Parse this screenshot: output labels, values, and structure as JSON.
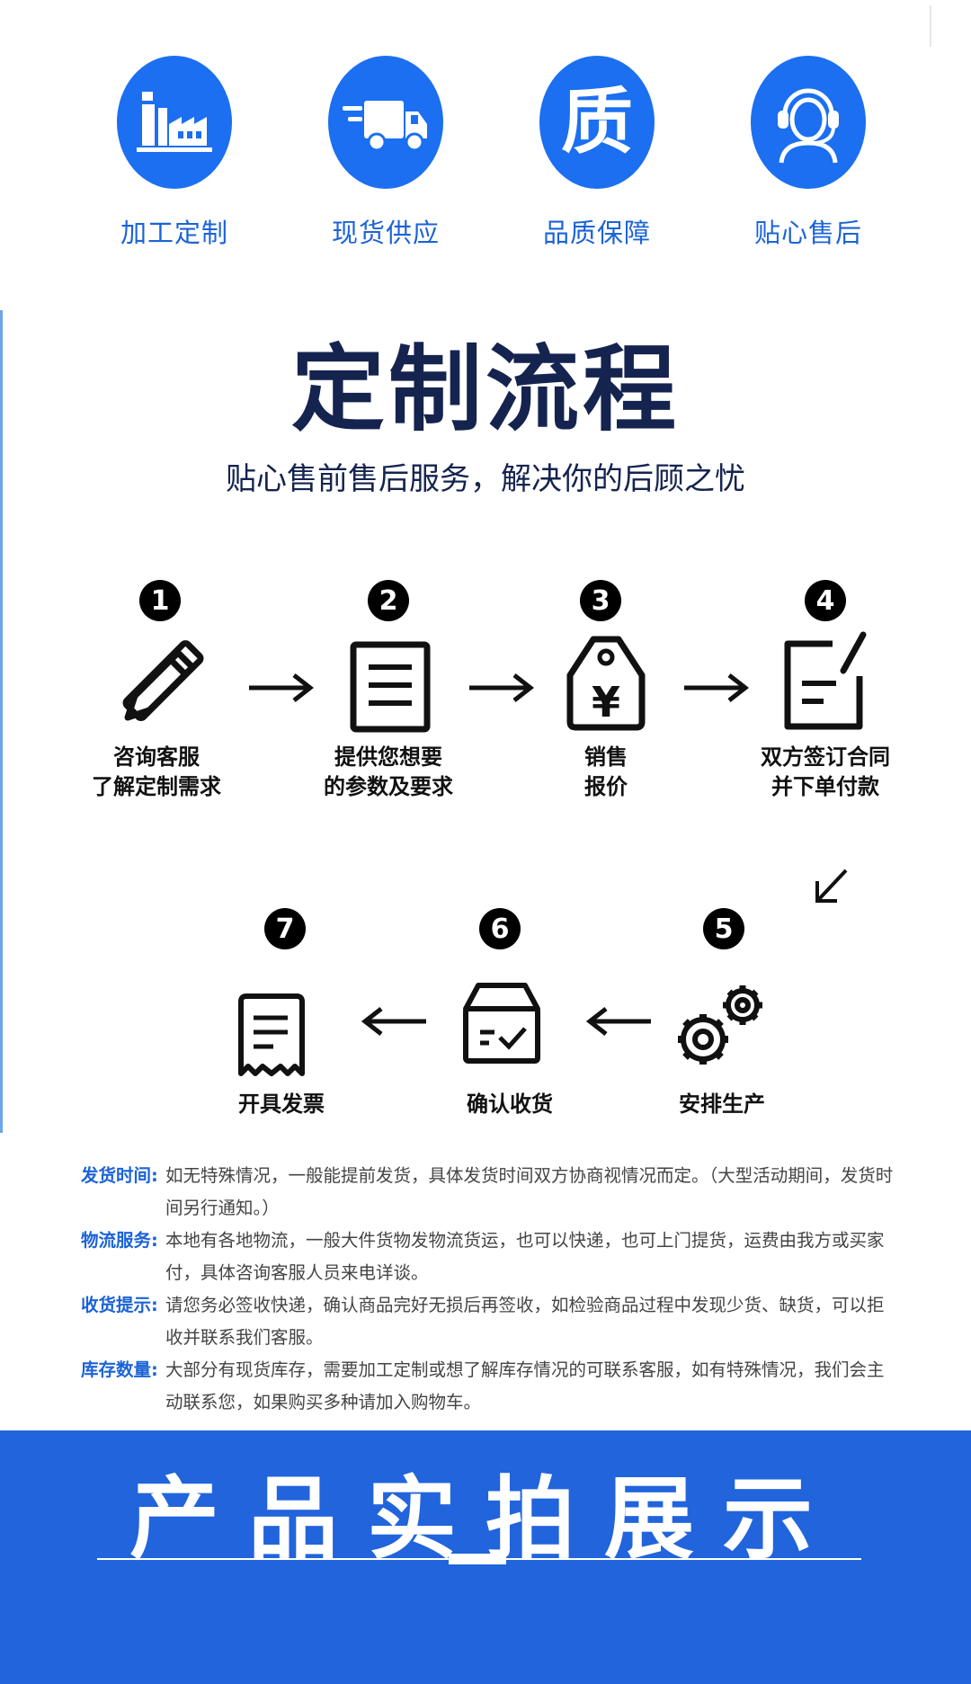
{
  "features": [
    {
      "label": "加工定制",
      "icon": "factory-icon"
    },
    {
      "label": "现货供应",
      "icon": "truck-icon"
    },
    {
      "label": "品质保障",
      "icon": "quality-icon",
      "glyph": "质"
    },
    {
      "label": "贴心售后",
      "icon": "headset-icon"
    }
  ],
  "process": {
    "title": "定制流程",
    "subtitle": "贴心售前售后服务，解决你的后顾之忧",
    "steps": [
      {
        "num": "1",
        "line1": "咨询客服",
        "line2": "了解定制需求",
        "icon": "consult-tools-icon"
      },
      {
        "num": "2",
        "line1": "提供您想要",
        "line2": "的参数及要求",
        "icon": "document-icon"
      },
      {
        "num": "3",
        "line1": "销售",
        "line2": "报价",
        "icon": "price-tag-yen-icon",
        "glyph": "¥"
      },
      {
        "num": "4",
        "line1": "双方签订合同",
        "line2": "并下单付款",
        "icon": "contract-sign-icon"
      },
      {
        "num": "5",
        "line1": "安排生产",
        "icon": "gears-icon"
      },
      {
        "num": "6",
        "line1": "确认收货",
        "icon": "box-check-icon"
      },
      {
        "num": "7",
        "line1": "开具发票",
        "icon": "receipt-icon"
      }
    ]
  },
  "notes": [
    {
      "key": "发货时间:",
      "text": "如无特殊情况，一般能提前发货，具体发货时间双方协商视情况而定。（大型活动期间，发货时间另行通知。）"
    },
    {
      "key": "物流服务:",
      "text": "本地有各地物流，一般大件货物发物流货运，也可以快递，也可上门提货，运费由我方或买家付，具体咨询客服人员来电详谈。"
    },
    {
      "key": "收货提示:",
      "text": "请您务必签收快递，确认商品完好无损后再签收，如检验商品过程中发现少货、缺货，可以拒收并联系我们客服。"
    },
    {
      "key": "库存数量:",
      "text": "大部分有现货库存，需要加工定制或想了解库存情况的可联系客服，如有特殊情况，我们会主动联系您，如果购买多种请加入购物车。"
    }
  ],
  "banner": {
    "title": "产品实拍展示"
  },
  "colors": {
    "brand_blue": "#1b6ff0",
    "title_navy": "#15234f",
    "banner_blue": "#2164dc"
  }
}
